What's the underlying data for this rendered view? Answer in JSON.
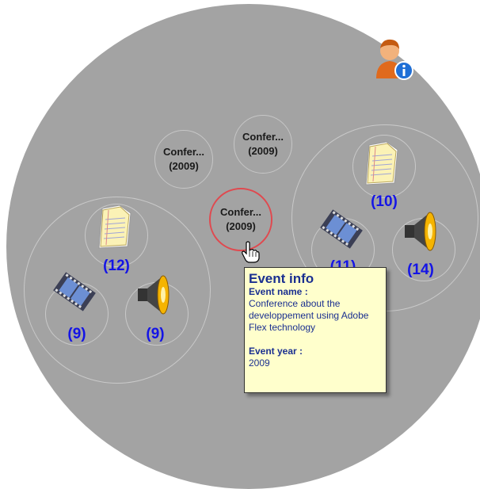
{
  "events": [
    {
      "title": "Confer...",
      "year": "(2009)"
    },
    {
      "title": "Confer...",
      "year": "(2009)"
    },
    {
      "title": "Confer...",
      "year": "(2009)"
    }
  ],
  "left_cluster": {
    "documents": "(12)",
    "videos": "(9)",
    "audio": "(9)"
  },
  "right_cluster": {
    "documents": "(10)",
    "videos": "(11)",
    "audio": "(14)"
  },
  "tooltip": {
    "title": "Event info",
    "name_label": "Event name :",
    "name_value": "Conference about the developpement using Adobe Flex technology",
    "year_label": "Event year :",
    "year_value": "2009"
  },
  "colors": {
    "count_text": "#1414e6",
    "tooltip_bg": "#ffffcc",
    "hover_ring": "#e0494f"
  },
  "icons": [
    "user-info-icon",
    "document-icon",
    "video-icon",
    "audio-icon",
    "hand-cursor-icon"
  ]
}
